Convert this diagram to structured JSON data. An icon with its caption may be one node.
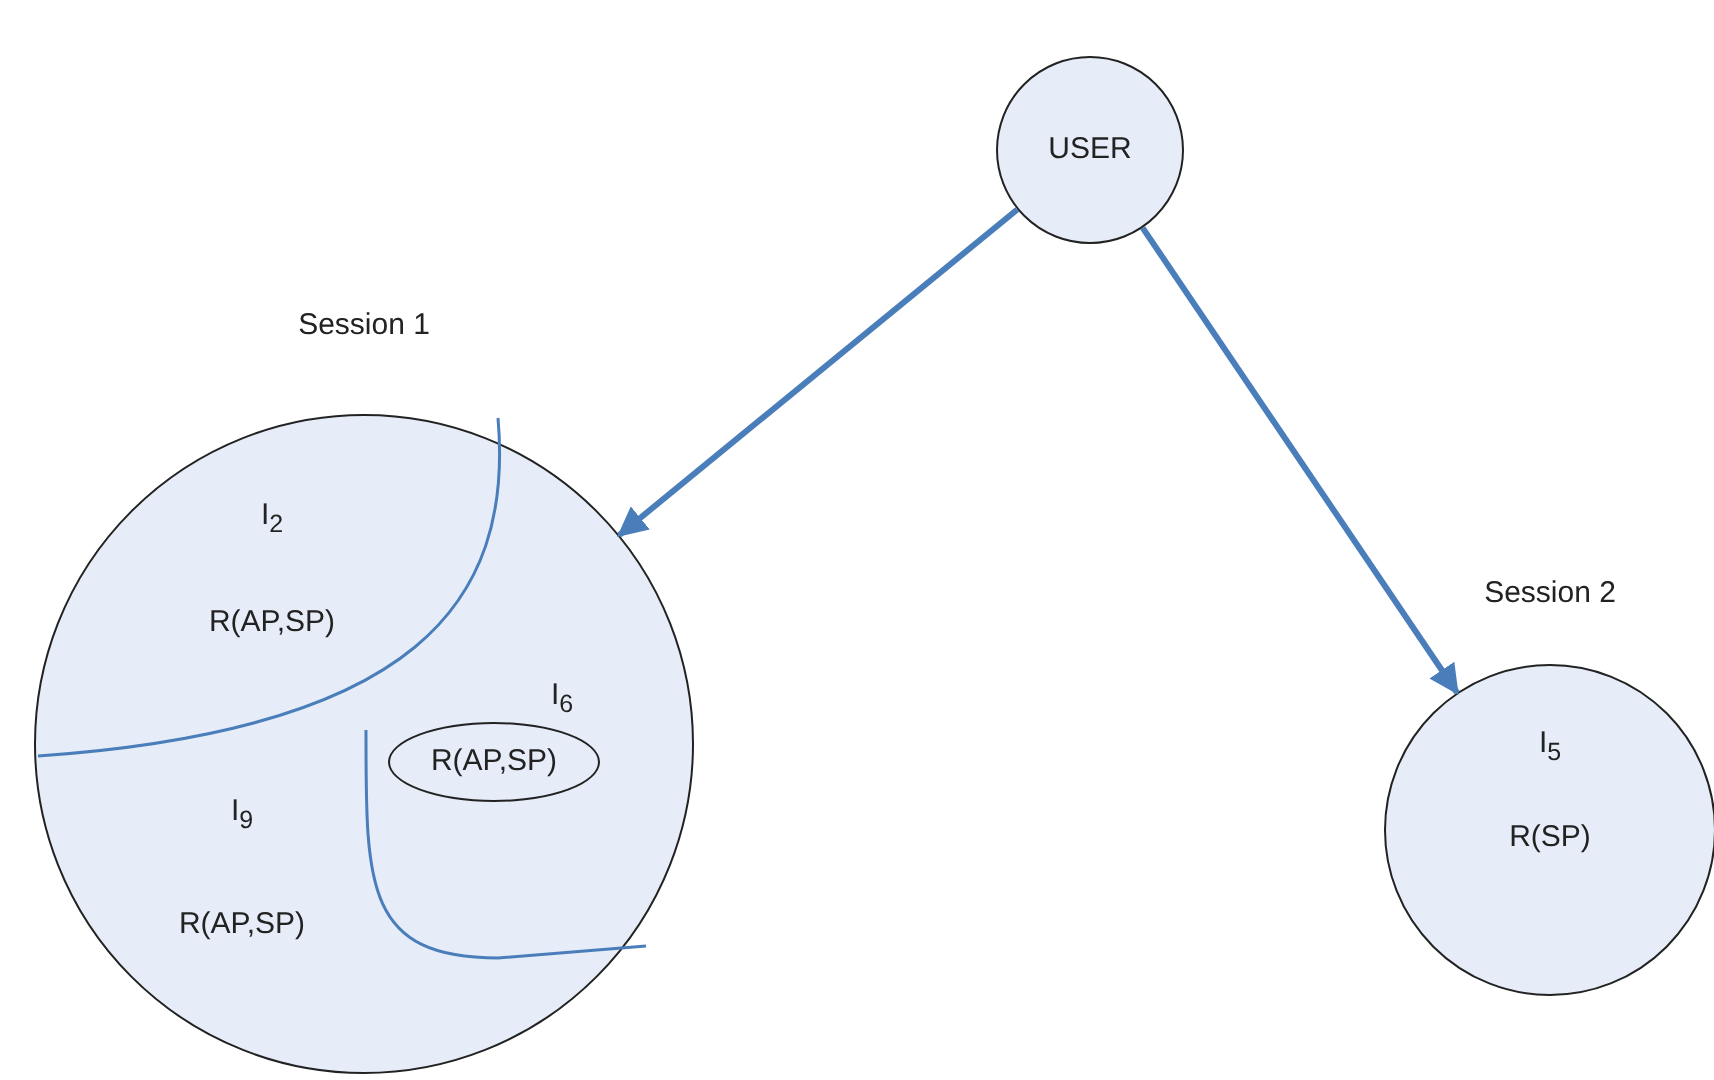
{
  "diagram": {
    "nodes": [
      {
        "text": [
          "USER"
        ]
      },
      {
        "text": [
          "Session 1"
        ]
      },
      {
        "text": [
          "R(AP,SP)"
        ],
        "in": 1
      },
      {
        "text": [
          "Session 2",
          "I$_{5}$",
          "R(SP)"
        ]
      }
    ],
    "edges": [
      {
        "from": 0,
        "to": 1,
        "arrow": "to"
      },
      {
        "from": 0,
        "to": 3,
        "arrow": "to"
      }
    ],
    "labels": [
      "I$_{2}$",
      "R(AP,SP)",
      "I$_{6}$",
      "I$_{9}$",
      "R(AP,SP)"
    ]
  }
}
